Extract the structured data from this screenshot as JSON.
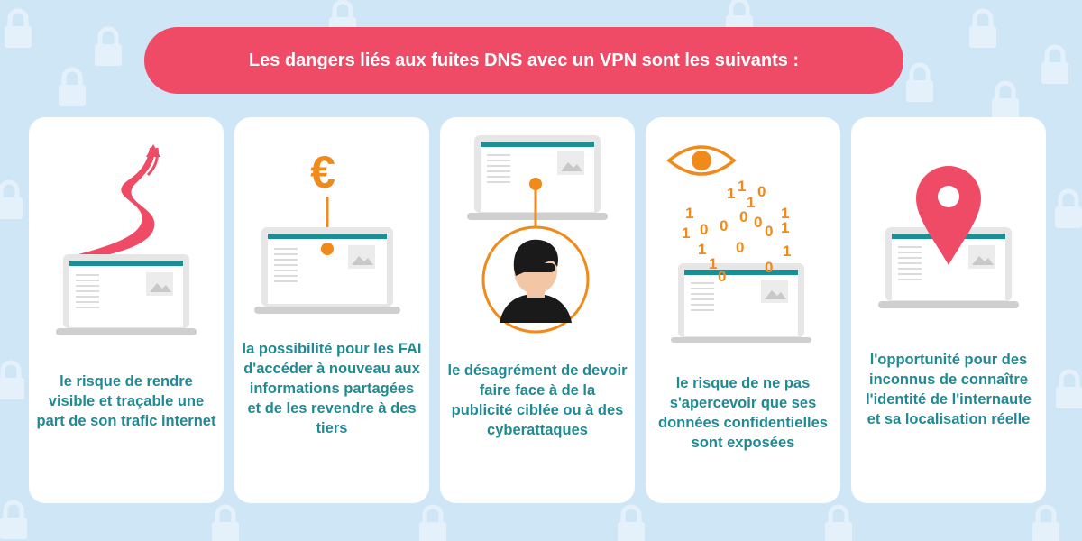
{
  "banner": {
    "title": "Les dangers liés aux fuites DNS avec un VPN sont les suivants :"
  },
  "colors": {
    "background": "#cfe6f7",
    "banner": "#ef4b67",
    "text": "#1f8a94",
    "orange": "#f08a1a",
    "teal": "#1a8f95"
  },
  "cards": [
    {
      "text": "le risque de rendre visible et traçable une part de son trafic internet",
      "icon": "rising-arrow-icon"
    },
    {
      "text": "la possibilité pour les FAI d'accéder à nouveau aux informations partagées et de les revendre à des tiers",
      "icon": "euro-icon",
      "symbol": "€"
    },
    {
      "text": "le désagrément de devoir faire face à de la publicité ciblée ou à des cyberattaques",
      "icon": "hacker-icon"
    },
    {
      "text": "le risque de ne pas s'apercevoir que ses données confidentielles sont exposées",
      "icon": "eye-icon",
      "binary": [
        "1",
        "1",
        "0",
        "1",
        "1",
        "0",
        "1",
        "0",
        "0",
        "1",
        "0",
        "1",
        "0",
        "1",
        "0",
        "1",
        "0",
        "1",
        "0"
      ]
    },
    {
      "text": "l'opportunité pour des inconnus de connaître l'identité de l'internaute et sa localisation réelle",
      "icon": "location-pin-icon"
    }
  ]
}
